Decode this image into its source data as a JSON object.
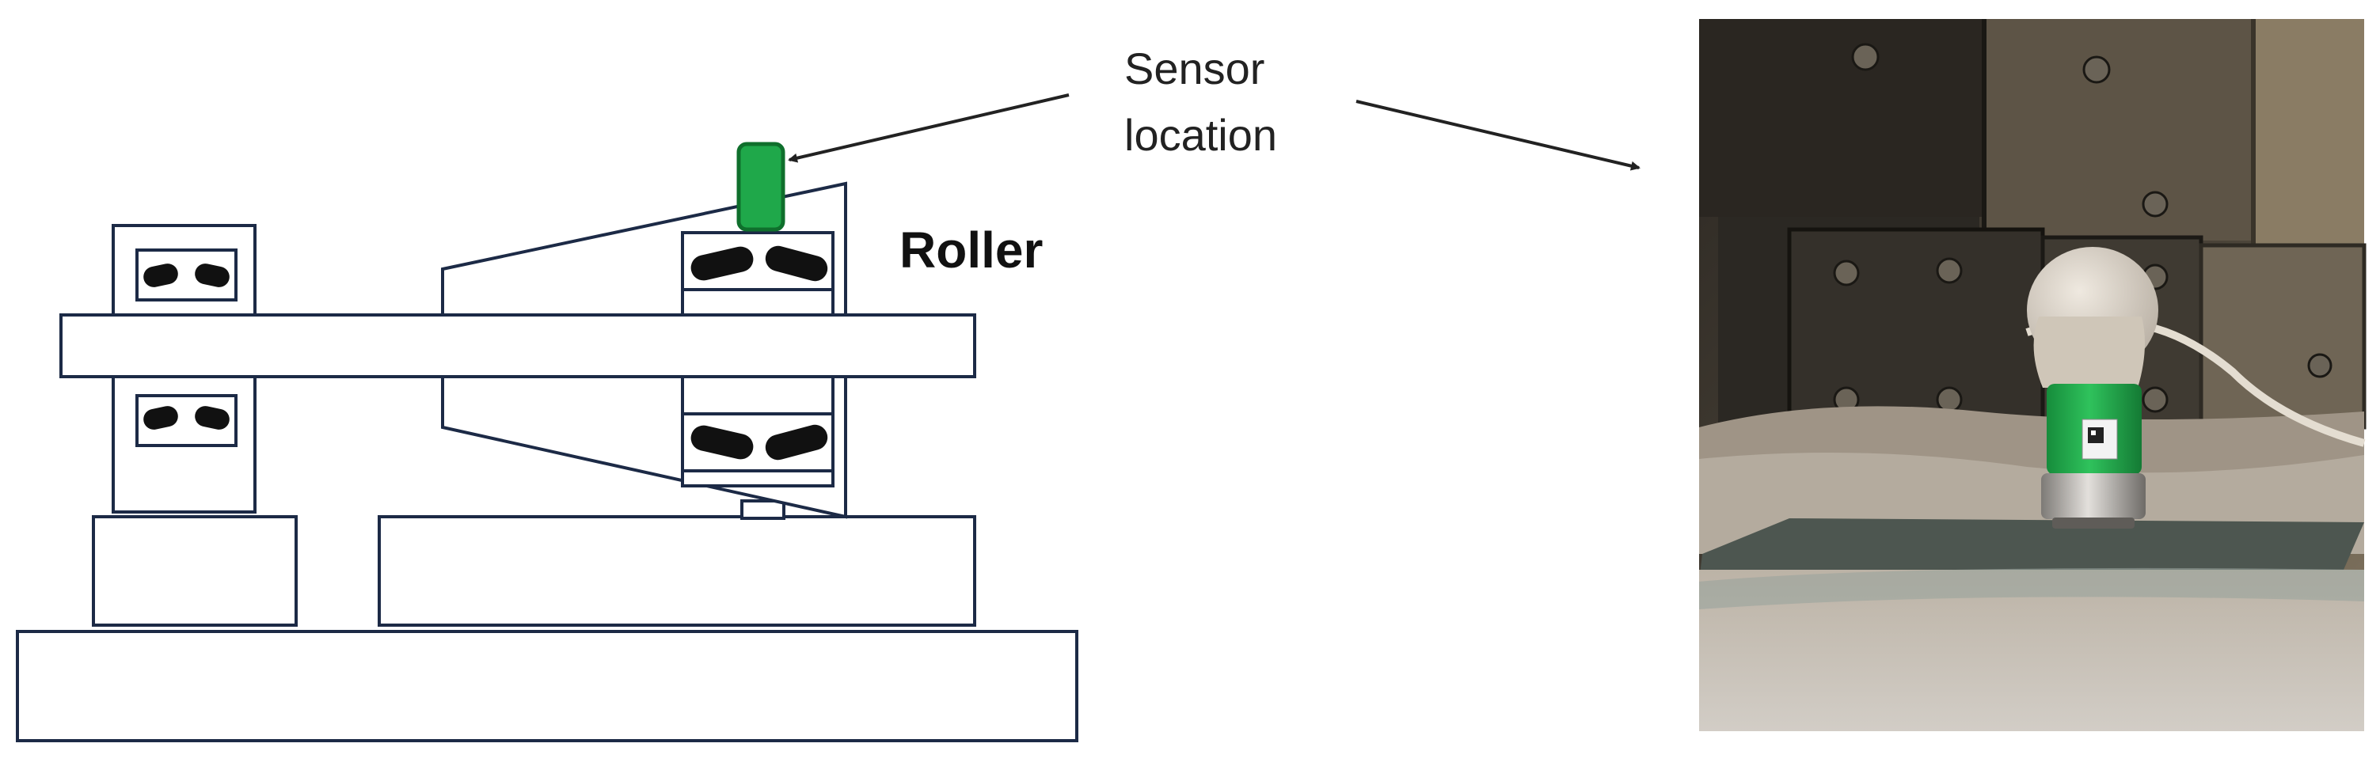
{
  "labels": {
    "sensor_line1": "Sensor",
    "sensor_line2": "location",
    "roller": "Roller"
  },
  "colors": {
    "outline": "#1c2a46",
    "sensor_green": "#1fa84a",
    "sensor_green_dark": "#0f6f2c",
    "ball": "#111111",
    "arrow": "#222222"
  },
  "photo": {
    "subject": "installed-sensor-photo",
    "icon": "green-vibration-sensor"
  }
}
